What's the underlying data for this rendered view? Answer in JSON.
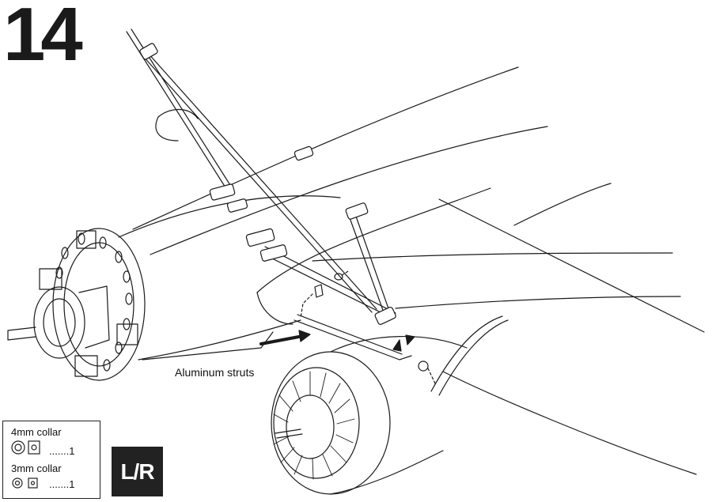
{
  "step": {
    "number": "14"
  },
  "callout": {
    "label": "Aluminum struts"
  },
  "parts": [
    {
      "name": "4mm collar",
      "qty": ".......1"
    },
    {
      "name": "3mm collar",
      "qty": ".......1"
    }
  ],
  "side_badge": {
    "text": "L/R"
  },
  "colors": {
    "ink": "#1a1a1a",
    "badge": "#222222",
    "background": "#ffffff"
  },
  "icons": [
    "4mm-collar-ring-icon",
    "4mm-collar-side-icon",
    "3mm-collar-ring-icon",
    "3mm-collar-side-icon",
    "direction-arrow-icon"
  ]
}
